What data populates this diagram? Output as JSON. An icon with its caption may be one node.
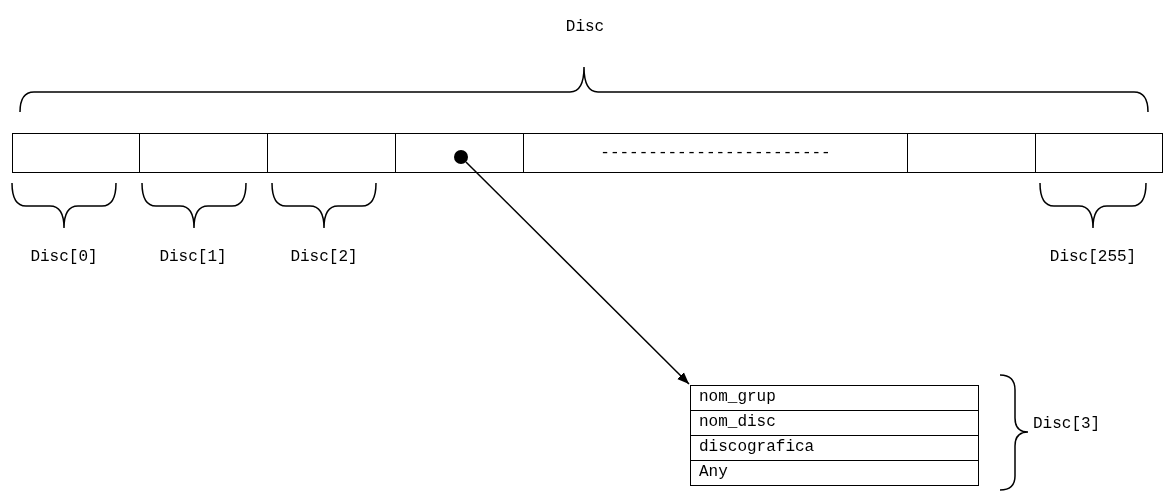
{
  "diagram": {
    "nodes": [
      {
        "text": [],
        "shape": "box"
      },
      {
        "text": [],
        "shape": "box"
      },
      {
        "text": [],
        "shape": "box"
      },
      {
        "text": [],
        "shape": "box"
      },
      {
        "text": [
          "------------------------"
        ]
      },
      {
        "text": [],
        "shape": "box"
      },
      {
        "text": [],
        "shape": "box"
      },
      {
        "text": [],
        "shape": "circle",
        "in": 3
      },
      {
        "text": [],
        "shape": "box"
      },
      {
        "text": [
          "nom_grup"
        ],
        "in": 8
      },
      {
        "text": [
          "nom_disc"
        ],
        "in": 8
      },
      {
        "text": [
          "discografica"
        ],
        "in": 8
      },
      {
        "text": [
          "Any"
        ],
        "in": 8
      }
    ],
    "edges": [
      {
        "from": 7,
        "to": 8,
        "arrow": "to"
      }
    ],
    "labels": [
      "Disc",
      "Disc[0]",
      "Disc[1]",
      "Disc[2]",
      "Disc[255]",
      "Disc[3]"
    ]
  }
}
